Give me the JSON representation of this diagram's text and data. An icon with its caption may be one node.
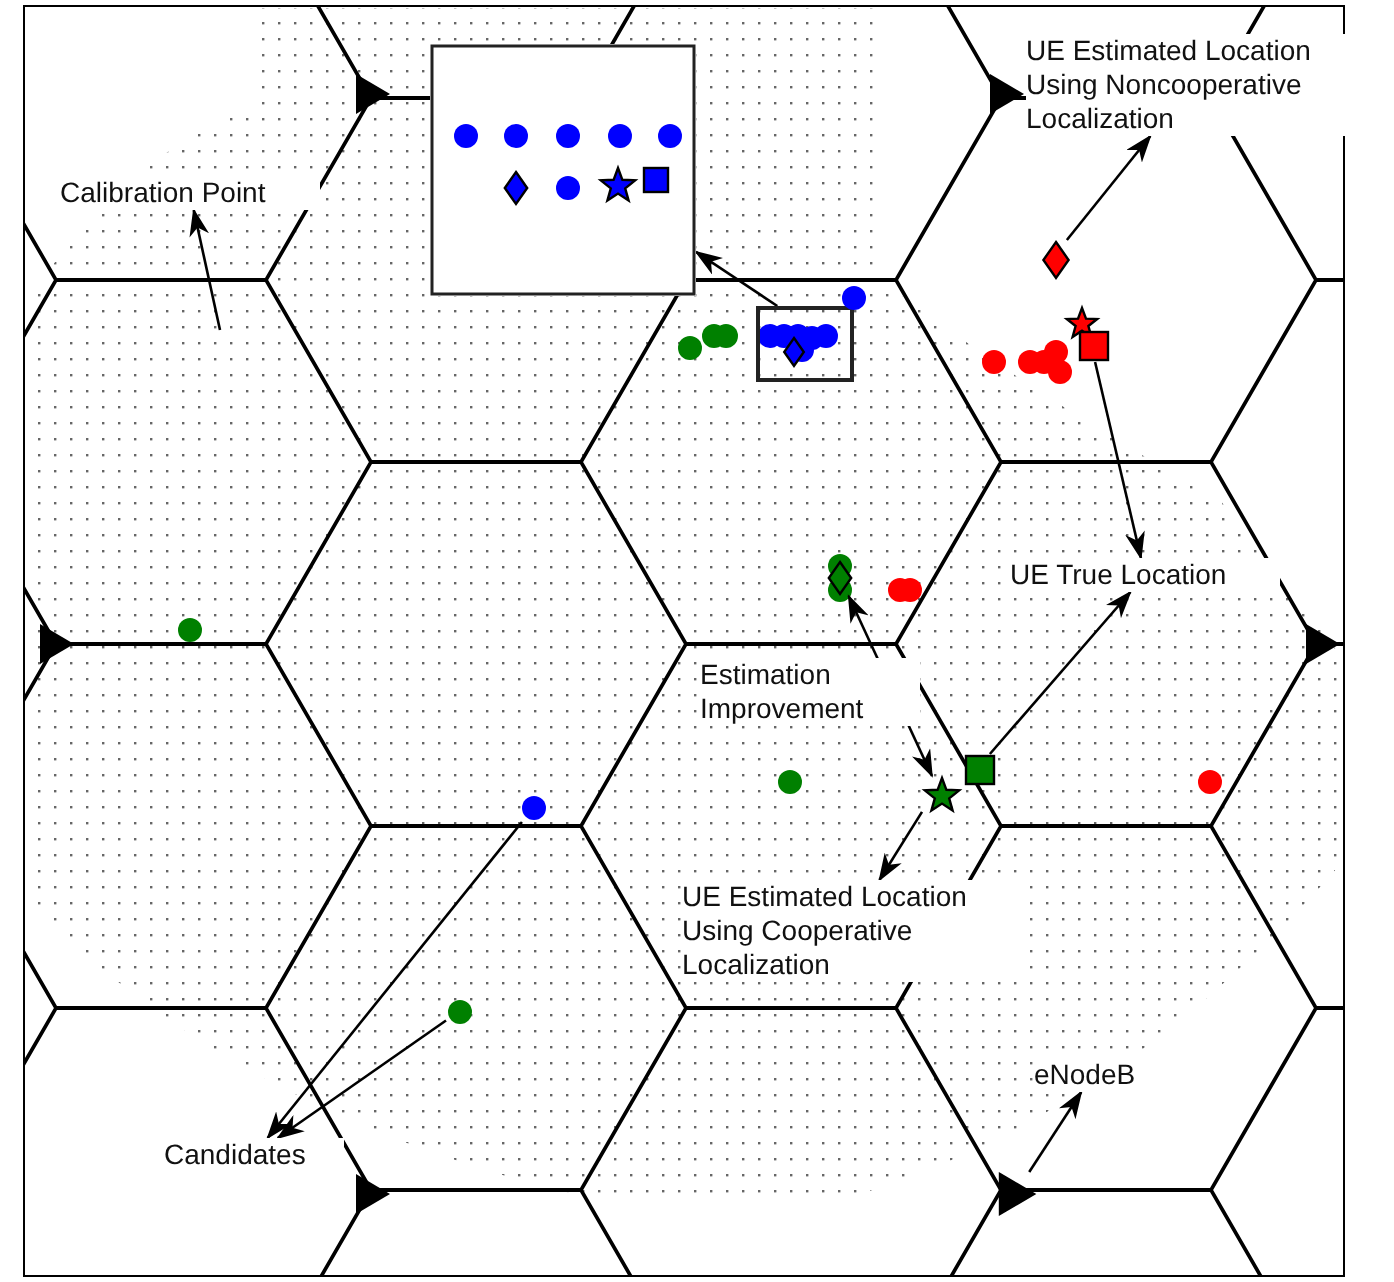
{
  "diagram": {
    "nodes": [
      {
        "text": [],
        "shape": "box"
      },
      {
        "text": [
          "UE Estimated Location Using Noncooperative Localization"
        ]
      },
      {
        "text": [
          "Calibration Point"
        ]
      },
      {
        "text": [],
        "shape": "box"
      },
      {
        "text": [],
        "shape": "diamond"
      },
      {
        "text": [],
        "shape": "square"
      },
      {
        "text": [
          "UE True Location"
        ]
      },
      {
        "text": [],
        "shape": "diamond"
      },
      {
        "text": [],
        "shape": "square"
      },
      {
        "text": [],
        "shape": "star"
      },
      {
        "text": [
          "UE Estimated Location Using Cooperative Localization"
        ]
      },
      {
        "text": [],
        "shape": "circle"
      },
      {
        "text": [],
        "shape": "circle"
      },
      {
        "text": [
          "Candidates"
        ]
      },
      {
        "text": [],
        "shape": "triangle"
      },
      {
        "text": [
          "eNodeB"
        ]
      },
      {
        "text": [],
        "shape": "circle"
      },
      {
        "text": [],
        "shape": "circle"
      },
      {
        "text": [],
        "shape": "circle"
      },
      {
        "text": [],
        "shape": "circle"
      },
      {
        "text": [],
        "shape": "circle"
      },
      {
        "text": [],
        "shape": "circle"
      }
    ],
    "edges": [
      {
        "from": 3,
        "to": 0,
        "arrow": "to"
      },
      {
        "from": null,
        "to": 2,
        "arrow": "to"
      },
      {
        "from": 4,
        "to": 1,
        "arrow": "to"
      },
      {
        "from": 5,
        "to": 6,
        "arrow": "to"
      },
      {
        "from": 8,
        "to": 6,
        "arrow": "to"
      },
      {
        "from": 7,
        "to": 9,
        "arrow": "both",
        "label": "Estimation Improvement"
      },
      {
        "from": 9,
        "to": 10,
        "arrow": "to"
      },
      {
        "from": 11,
        "to": 13,
        "arrow": "to"
      },
      {
        "from": 12,
        "to": 13,
        "arrow": "to"
      },
      {
        "from": 14,
        "to": 15,
        "arrow": "to"
      }
    ]
  }
}
